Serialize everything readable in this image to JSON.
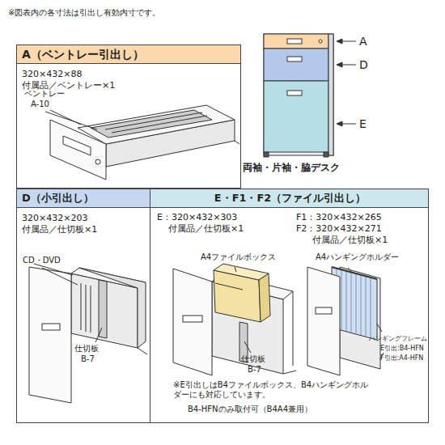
{
  "diagram": {
    "nodes": [
      {
        "text": [
          "A（ベントレー引出し）",
          "320×432×88",
          "付属品／ベントレー×1"
        ]
      },
      {
        "text": [
          "D（小引出し）",
          "320×432×203",
          "付属品／仕切板×1"
        ]
      },
      {
        "text": [
          "E・F1・F2（ファイル引出し）",
          "E：320×432×303",
          "付属品／仕切板×1",
          "F1：320×432×265",
          "F2：320×432×271",
          "付属品／仕切板×1"
        ]
      }
    ],
    "labels": [
      "※図表内の各寸法は引出し有効内寸です。",
      "ベントレー",
      "A-10",
      "A",
      "D",
      "E",
      "両袖・片袖・脇デスク",
      "CD・DVD",
      "仕切板",
      "B-7",
      "A4ファイルボックス",
      "A4ハンギングホルダー",
      "仕切板",
      "B-7",
      "ハンギングフレーム",
      "E引出:B4-HFN",
      "F引出:A4-HFN",
      "※E引出しはB4ファイルボックス、B4ハンギングホルダーにも対応しています。",
      "B4-HFNのみ取付可（B4A4兼用）"
    ]
  }
}
